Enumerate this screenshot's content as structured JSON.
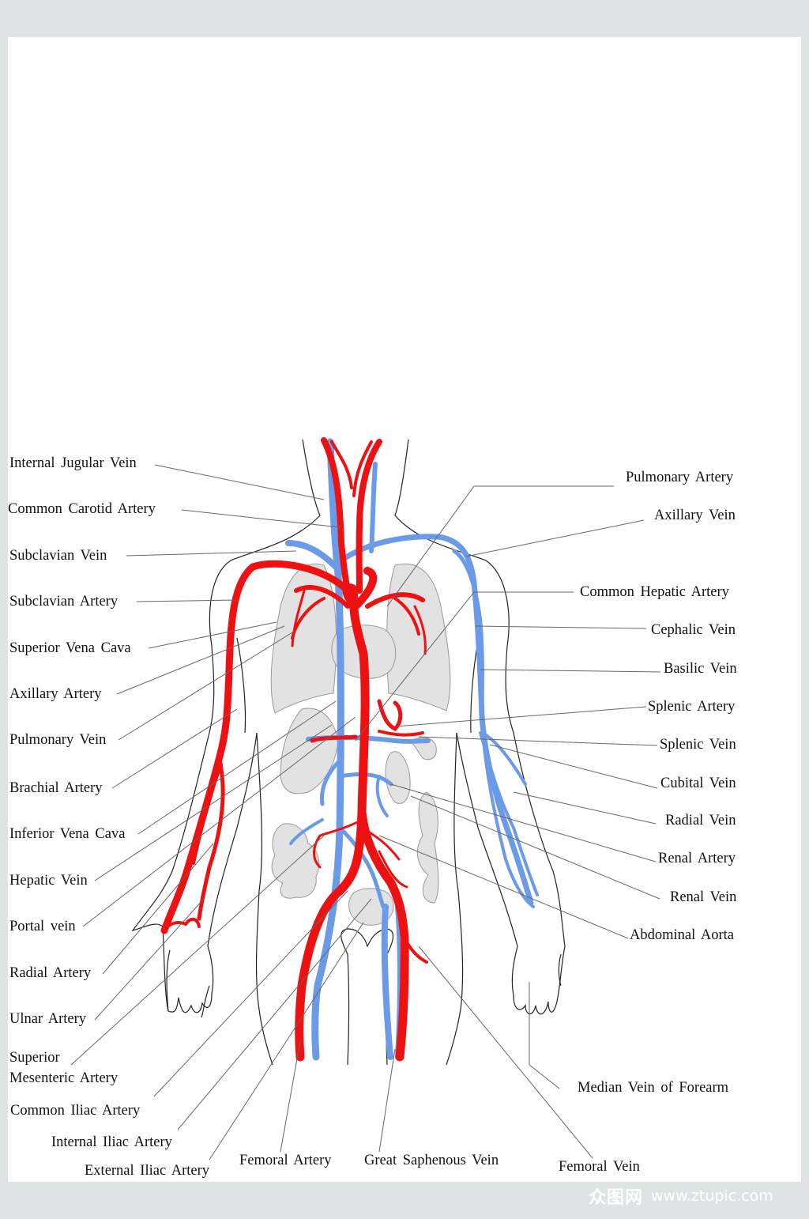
{
  "labels": {
    "internal_jugular_vein": "Internal Jugular Vein",
    "common_carotid_artery": "Common Carotid Artery",
    "subclavian_vein": "Subclavian Vein",
    "subclavian_artery": "Subclavian Artery",
    "superior_vena_cava": "Superior Vena Cava",
    "axillary_artery": "Axillary Artery",
    "pulmonary_vein": "Pulmonary Vein",
    "brachial_artery": "Brachial Artery",
    "inferior_vena_cava": "Inferior Vena Cava",
    "hepatic_vein": "Hepatic Vein",
    "portal_vein": "Portal vein",
    "radial_artery": "Radial Artery",
    "ulnar_artery": "Ulnar Artery",
    "superior": "Superior",
    "mesenteric_artery": "Mesenteric Artery",
    "common_iliac_artery": "Common Iliac Artery",
    "internal_iliac_artery": "Internal Iliac Artery",
    "external_iliac_artery": "External Iliac Artery",
    "femoral_artery": "Femoral Artery",
    "great_saphenous_vein": "Great Saphenous Vein",
    "femoral_vein": "Femoral Vein",
    "pulmonary_artery": "Pulmonary Artery",
    "axillary_vein": "Axillary Vein",
    "common_hepatic_artery": "Common Hepatic Artery",
    "cephalic_vein": "Cephalic Vein",
    "basilic_vein": "Basilic Vein",
    "splenic_artery": "Splenic Artery",
    "splenic_vein": "Splenic Vein",
    "cubital_vein": "Cubital Vein",
    "radial_vein": "Radial Vein",
    "renal_artery": "Renal Artery",
    "renal_vein": "Renal Vein",
    "abdominal_aorta": "Abdominal Aorta",
    "median_vein_of_forearm": "Median Vein of Forearm"
  },
  "watermark": {
    "logo": "众图网",
    "url": "www.ztupic.com"
  },
  "colors": {
    "artery": "#ee1111",
    "vein": "#6a9ae8",
    "organ": "#e2e2e2",
    "outline": "#222222",
    "leader": "#666666",
    "background": "#dfe3e3"
  }
}
